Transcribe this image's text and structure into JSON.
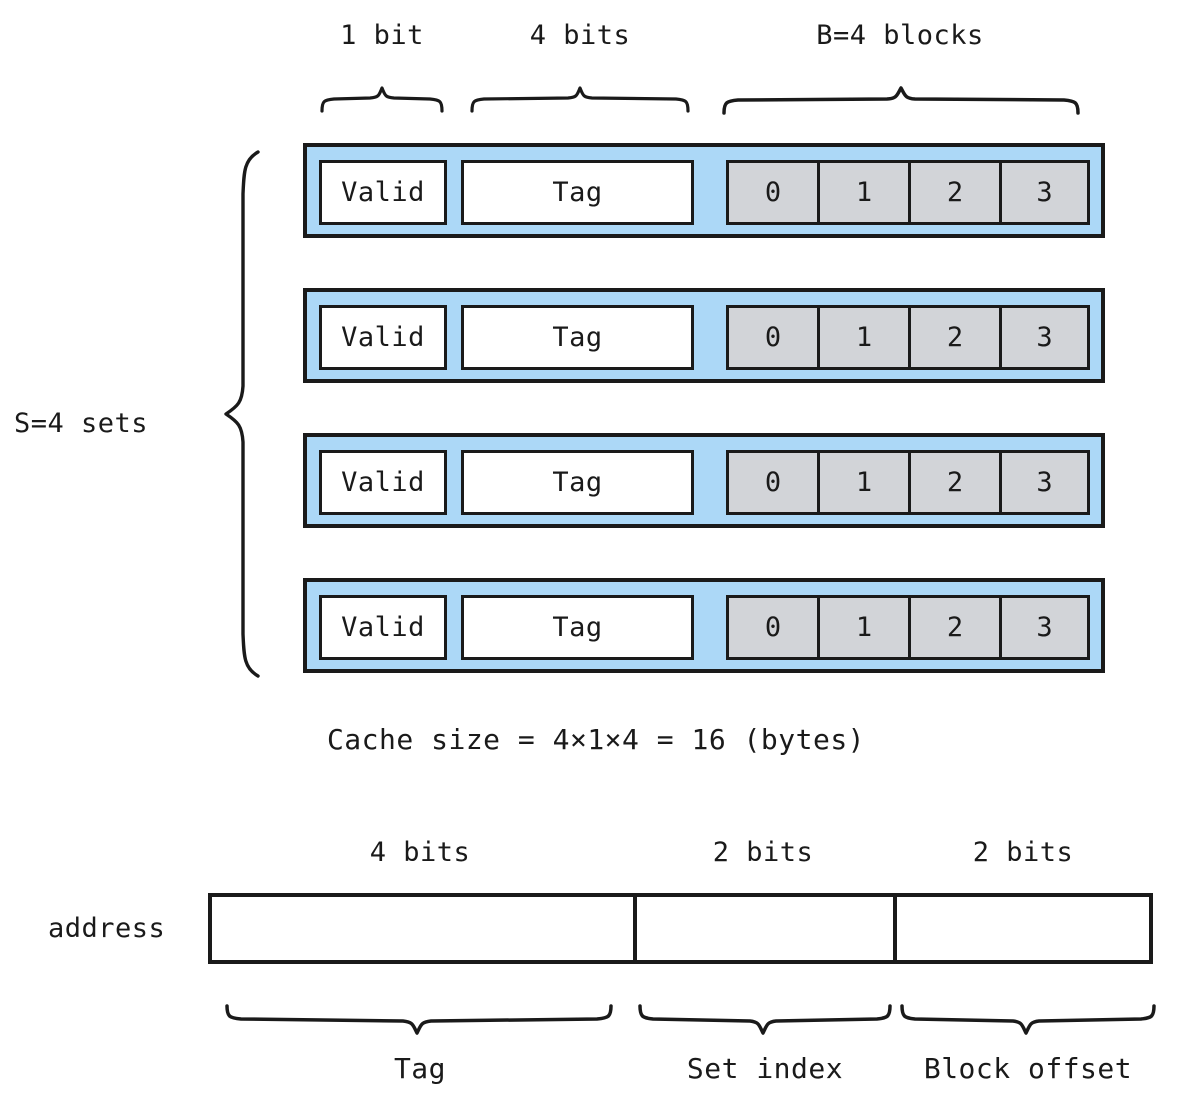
{
  "diagram": {
    "title": "Cache organization diagram",
    "colors": {
      "row_fill": "#ACD8F7",
      "block_fill": "#D2D4D8",
      "line": "#1a1a1a",
      "box_fill": "#ffffff"
    },
    "top_labels": [
      {
        "text": "1 bit",
        "name": "valid-width-label"
      },
      {
        "text": "4 bits",
        "name": "tag-width-label"
      },
      {
        "text": "B=4 blocks",
        "name": "blocks-count-label"
      }
    ],
    "sets_label": "S=4 sets",
    "row": {
      "valid": "Valid",
      "tag": "Tag",
      "blocks": [
        "0",
        "1",
        "2",
        "3"
      ]
    },
    "rows": [
      {
        "valid": "Valid",
        "tag": "Tag",
        "blocks": [
          "0",
          "1",
          "2",
          "3"
        ]
      },
      {
        "valid": "Valid",
        "tag": "Tag",
        "blocks": [
          "0",
          "1",
          "2",
          "3"
        ]
      },
      {
        "valid": "Valid",
        "tag": "Tag",
        "blocks": [
          "0",
          "1",
          "2",
          "3"
        ]
      },
      {
        "valid": "Valid",
        "tag": "Tag",
        "blocks": [
          "0",
          "1",
          "2",
          "3"
        ]
      }
    ],
    "cache_size_text": "Cache size = 4×1×4 = 16 (bytes)",
    "address": {
      "label": "address",
      "field_bit_labels": [
        "4 bits",
        "2 bits",
        "2 bits"
      ],
      "field_names": [
        "Tag",
        "Set index",
        "Block offset"
      ]
    }
  }
}
